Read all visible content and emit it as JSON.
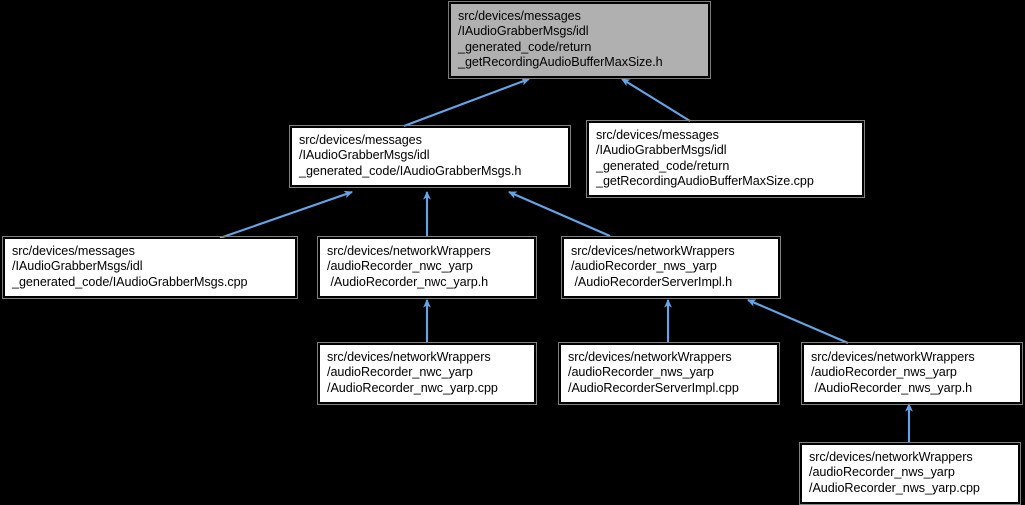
{
  "diagram": {
    "type": "include-dependency-graph",
    "background_color": "#000000",
    "edge_color": "#63a5e8",
    "root_fill_color": "#b0b0b0",
    "node_fill_color": "#ffffff",
    "node_border_color": "#000000",
    "nodes": [
      {
        "id": "n0",
        "role": "root",
        "lines": [
          "src/devices/messages",
          "/IAudioGrabberMsgs/idl",
          "_generated_code/return",
          "_getRecordingAudioBufferMaxSize.h"
        ]
      },
      {
        "id": "n1",
        "role": "node",
        "lines": [
          "src/devices/messages",
          "/IAudioGrabberMsgs/idl",
          "_generated_code/IAudioGrabberMsgs.h"
        ]
      },
      {
        "id": "n2",
        "role": "node",
        "lines": [
          "src/devices/messages",
          "/IAudioGrabberMsgs/idl",
          "_generated_code/return",
          "_getRecordingAudioBufferMaxSize.cpp"
        ]
      },
      {
        "id": "n3",
        "role": "node",
        "lines": [
          "src/devices/messages",
          "/IAudioGrabberMsgs/idl",
          "_generated_code/IAudioGrabberMsgs.cpp"
        ]
      },
      {
        "id": "n4",
        "role": "node",
        "lines": [
          "src/devices/networkWrappers",
          "/audioRecorder_nwc_yarp",
          " /AudioRecorder_nwc_yarp.h"
        ]
      },
      {
        "id": "n5",
        "role": "node",
        "lines": [
          "src/devices/networkWrappers",
          "/audioRecorder_nws_yarp",
          " /AudioRecorderServerImpl.h"
        ]
      },
      {
        "id": "n6",
        "role": "node",
        "lines": [
          "src/devices/networkWrappers",
          "/audioRecorder_nwc_yarp",
          "/AudioRecorder_nwc_yarp.cpp"
        ]
      },
      {
        "id": "n7",
        "role": "node",
        "lines": [
          "src/devices/networkWrappers",
          "/audioRecorder_nws_yarp",
          "/AudioRecorderServerImpl.cpp"
        ]
      },
      {
        "id": "n8",
        "role": "node",
        "lines": [
          "src/devices/networkWrappers",
          "/audioRecorder_nws_yarp",
          " /AudioRecorder_nws_yarp.h"
        ]
      },
      {
        "id": "n9",
        "role": "node",
        "lines": [
          "src/devices/networkWrappers",
          "/audioRecorder_nws_yarp",
          "/AudioRecorder_nws_yarp.cpp"
        ]
      }
    ],
    "edges": [
      {
        "from": "n1",
        "to": "n0"
      },
      {
        "from": "n2",
        "to": "n0"
      },
      {
        "from": "n3",
        "to": "n1"
      },
      {
        "from": "n4",
        "to": "n1"
      },
      {
        "from": "n5",
        "to": "n1"
      },
      {
        "from": "n6",
        "to": "n4"
      },
      {
        "from": "n7",
        "to": "n5"
      },
      {
        "from": "n8",
        "to": "n5"
      },
      {
        "from": "n9",
        "to": "n8"
      }
    ]
  }
}
